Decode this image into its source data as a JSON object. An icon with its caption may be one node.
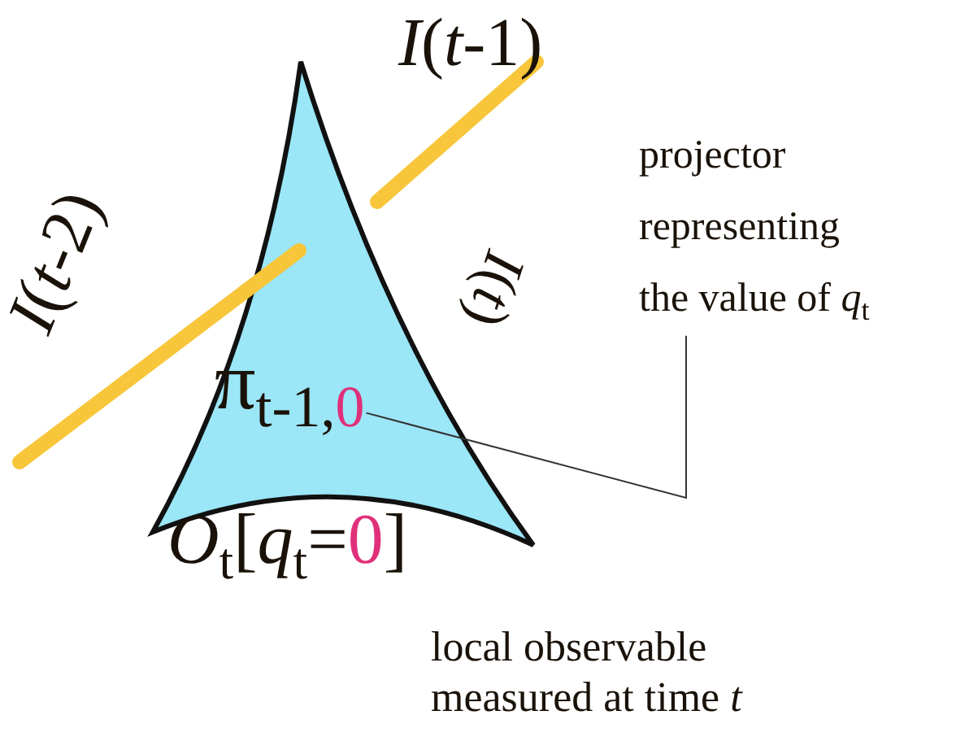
{
  "diagram": {
    "nodes": [
      {
        "text": [
          "π$_{t-1,0}$"
        ]
      },
      {
        "text": [
          "projector representing the value of *q*$_{t}$"
        ]
      }
    ],
    "edges": [
      {
        "from": 1,
        "to": 0,
        "arrow": "none"
      }
    ],
    "labels": [
      "*I*(*t*-1)",
      "*I*(*t*-2)",
      "*I*(*t*)",
      "*O*$_{t}$[*q*$_{t}$=0]",
      "local observable measured at time *t*"
    ]
  }
}
